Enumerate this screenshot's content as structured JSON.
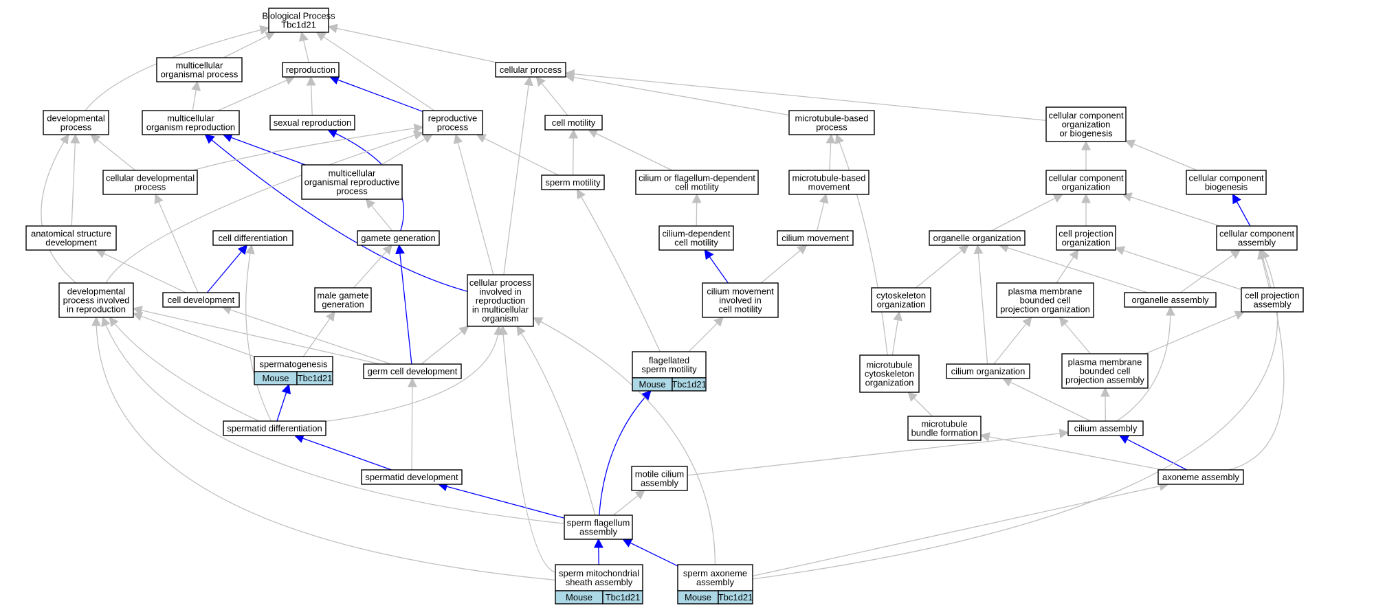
{
  "colors": {
    "is_a_edge": "#c0c0c0",
    "highlight_edge": "#0000ff",
    "node_border": "#000000",
    "annotation_fill": "#add8e6"
  },
  "nodes": {
    "bp": {
      "label": [
        "Biological Process",
        "Tbc1d21"
      ]
    },
    "mcop": {
      "label": [
        "multicellular",
        "organismal process"
      ]
    },
    "repro": {
      "label": [
        "reproduction"
      ]
    },
    "cellproc": {
      "label": [
        "cellular process"
      ]
    },
    "devproc": {
      "label": [
        "developmental",
        "process"
      ]
    },
    "mcorep": {
      "label": [
        "multicellular",
        "organism reproduction"
      ]
    },
    "sexrep": {
      "label": [
        "sexual reproduction"
      ]
    },
    "repproc": {
      "label": [
        "reproductive",
        "process"
      ]
    },
    "cellmot": {
      "label": [
        "cell motility"
      ]
    },
    "mtproc": {
      "label": [
        "microtubule-based",
        "process"
      ]
    },
    "ccob": {
      "label": [
        "cellular component",
        "organization",
        "or biogenesis"
      ]
    },
    "celldev": {
      "label": [
        "cellular developmental",
        "process"
      ]
    },
    "morp": {
      "label": [
        "multicellular",
        "organismal reproductive",
        "process"
      ]
    },
    "spermmot": {
      "label": [
        "sperm motility"
      ]
    },
    "cildepmot": {
      "label": [
        "cilium or flagellum-dependent",
        "cell motility"
      ]
    },
    "mtmove": {
      "label": [
        "microtubule-based",
        "movement"
      ]
    },
    "cco": {
      "label": [
        "cellular component",
        "organization"
      ]
    },
    "ccb": {
      "label": [
        "cellular component",
        "biogenesis"
      ]
    },
    "asd": {
      "label": [
        "anatomical structure",
        "development"
      ]
    },
    "celldiff": {
      "label": [
        "cell differentiation"
      ]
    },
    "gamgen": {
      "label": [
        "gamete generation"
      ]
    },
    "ciliumdep": {
      "label": [
        "cilium-dependent",
        "cell motility"
      ]
    },
    "cilmove": {
      "label": [
        "cilium movement"
      ]
    },
    "orgorg": {
      "label": [
        "organelle organization"
      ]
    },
    "cpo": {
      "label": [
        "cell projection",
        "organization"
      ]
    },
    "cca": {
      "label": [
        "cellular component",
        "assembly"
      ]
    },
    "dpir": {
      "label": [
        "developmental",
        "process involved",
        "in reproduction"
      ]
    },
    "celldevel": {
      "label": [
        "cell development"
      ]
    },
    "mgg": {
      "label": [
        "male gamete",
        "generation"
      ]
    },
    "cpirmo": {
      "label": [
        "cellular process",
        "involved in",
        "reproduction",
        "in multicellular",
        "organism"
      ]
    },
    "cmicm": {
      "label": [
        "cilium movement",
        "involved in",
        "cell motility"
      ]
    },
    "cytoorg": {
      "label": [
        "cytoskeleton",
        "organization"
      ]
    },
    "pmbcpo": {
      "label": [
        "plasma membrane",
        "bounded cell",
        "projection organization"
      ]
    },
    "orgasm": {
      "label": [
        "organelle assembly"
      ]
    },
    "cpa": {
      "label": [
        "cell projection",
        "assembly"
      ]
    },
    "spermgen": {
      "label": [
        "spermatogenesis"
      ],
      "annotation": [
        "Mouse",
        "Tbc1d21"
      ]
    },
    "gcd": {
      "label": [
        "germ cell development"
      ]
    },
    "flagsm": {
      "label": [
        "flagellated",
        "sperm motility"
      ],
      "annotation": [
        "Mouse",
        "Tbc1d21"
      ]
    },
    "mco": {
      "label": [
        "microtubule",
        "cytoskeleton",
        "organization"
      ]
    },
    "cilorg": {
      "label": [
        "cilium organization"
      ]
    },
    "pmbcpa": {
      "label": [
        "plasma membrane",
        "bounded cell",
        "projection assembly"
      ]
    },
    "spdiff": {
      "label": [
        "spermatid differentiation"
      ]
    },
    "mtbf": {
      "label": [
        "microtubule",
        "bundle formation"
      ]
    },
    "cilasm": {
      "label": [
        "cilium assembly"
      ]
    },
    "spdev": {
      "label": [
        "spermatid development"
      ]
    },
    "mca": {
      "label": [
        "motile cilium",
        "assembly"
      ]
    },
    "axasm": {
      "label": [
        "axoneme assembly"
      ]
    },
    "sfa": {
      "label": [
        "sperm flagellum",
        "assembly"
      ]
    },
    "smsa": {
      "label": [
        "sperm mitochondrial",
        "sheath assembly"
      ],
      "annotation": [
        "Mouse",
        "Tbc1d21"
      ]
    },
    "saa": {
      "label": [
        "sperm axoneme",
        "assembly"
      ],
      "annotation": [
        "Mouse",
        "Tbc1d21"
      ]
    }
  }
}
